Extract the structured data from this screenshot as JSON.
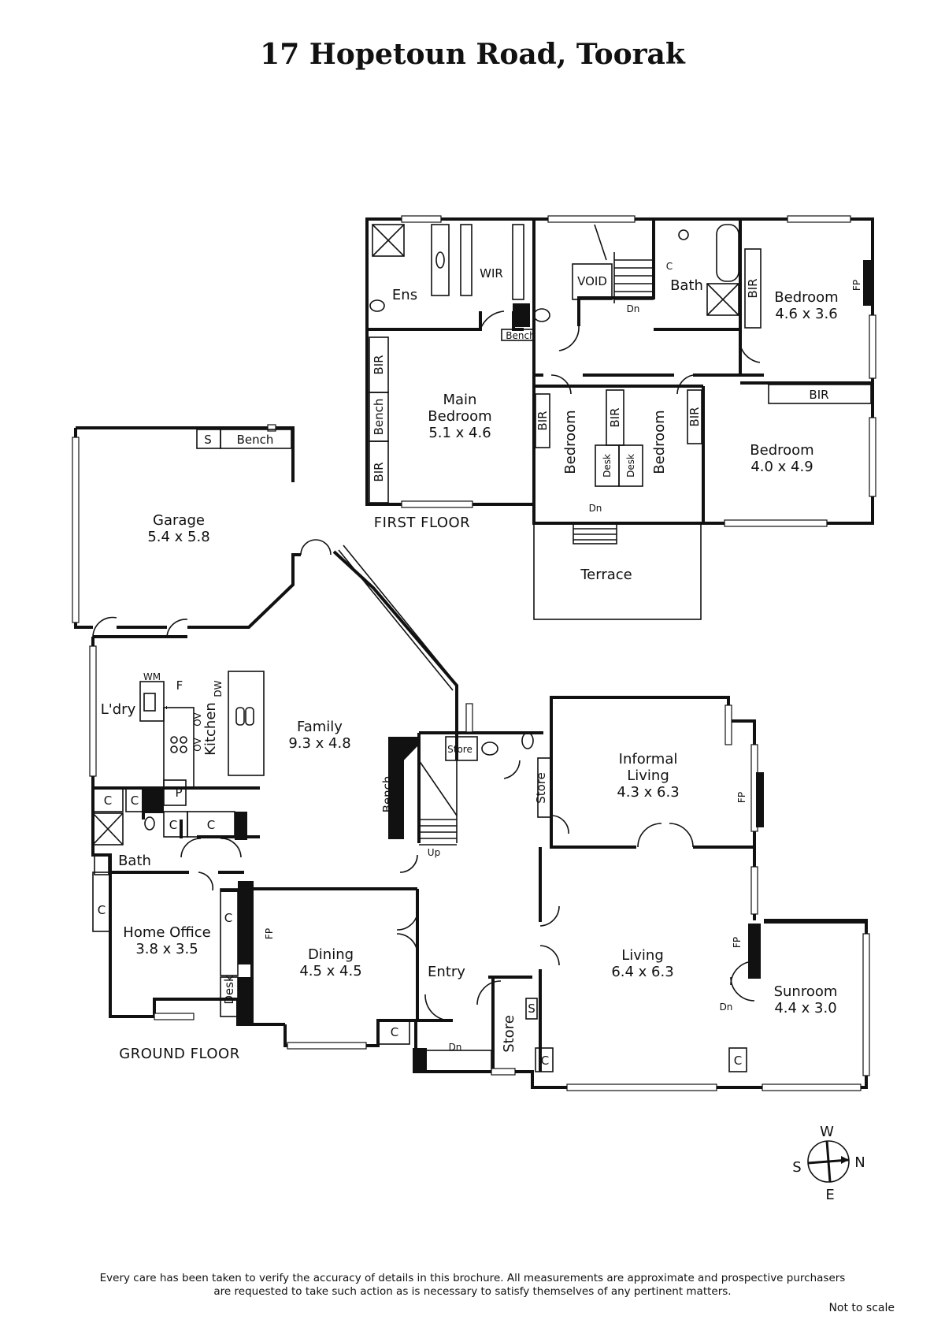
{
  "title": "17 Hopetoun Road, Toorak",
  "floors": {
    "first": "FIRST FLOOR",
    "ground": "GROUND FLOOR"
  },
  "first_floor": {
    "ens": "Ens",
    "wir": "WIR",
    "void": "VOID",
    "dn": "Dn",
    "bath": "Bath",
    "c": "C",
    "bir": "BIR",
    "bench": "Bench",
    "fp": "FP",
    "desk": "Desk",
    "bedroom": "Bedroom",
    "bed1_name": "Bedroom",
    "bed1_dim": "4.6 x 3.6",
    "bed2_name": "Bedroom",
    "bed2_dim": "4.0 x 4.9",
    "main_name_1": "Main",
    "main_name_2": "Bedroom",
    "main_dim": "5.1 x 4.6",
    "terrace": "Terrace"
  },
  "ground_floor": {
    "garage_name": "Garage",
    "garage_dim": "5.4 x 5.8",
    "s": "S",
    "bench": "Bench",
    "wm": "WM",
    "f": "F",
    "dw": "DW",
    "ov": "OV",
    "kitchen": "Kitchen",
    "laundry": "L'dry",
    "family_name": "Family",
    "family_dim": "9.3 x 4.8",
    "c": "C",
    "p": "P",
    "bath": "Bath",
    "store": "Store",
    "up": "Up",
    "informal_1": "Informal",
    "informal_2": "Living",
    "informal_dim": "4.3 x 6.3",
    "fp": "FP",
    "home_office_name": "Home Office",
    "home_office_dim": "3.8 x 3.5",
    "desk": "Desk",
    "dining_name": "Dining",
    "dining_dim": "4.5 x 4.5",
    "entry": "Entry",
    "living_name": "Living",
    "living_dim": "6.4 x 6.3",
    "sunroom_name": "Sunroom",
    "sunroom_dim": "4.4 x 3.0",
    "dn": "Dn"
  },
  "compass": {
    "w": "W",
    "n": "N",
    "s": "S",
    "e": "E"
  },
  "disclaimer_1": "Every care has been taken to verify the accuracy of details in this brochure.  All measurements are approximate and prospective purchasers",
  "disclaimer_2": "are requested to take such action as is necessary to satisfy themselves of any pertinent matters.",
  "not_to_scale": "Not to scale"
}
